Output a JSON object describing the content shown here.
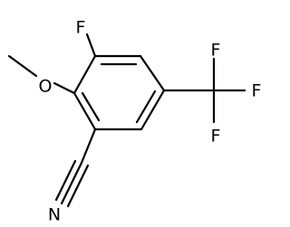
{
  "molecule": {
    "atoms": {
      "fluoro_top": "F",
      "methoxy_oxygen": "O",
      "cf3_top": "F",
      "cf3_right": "F",
      "cf3_bottom": "F",
      "nitrile_nitrogen": "N"
    },
    "colors": {
      "ink": "#000000",
      "background": "#ffffff"
    }
  }
}
